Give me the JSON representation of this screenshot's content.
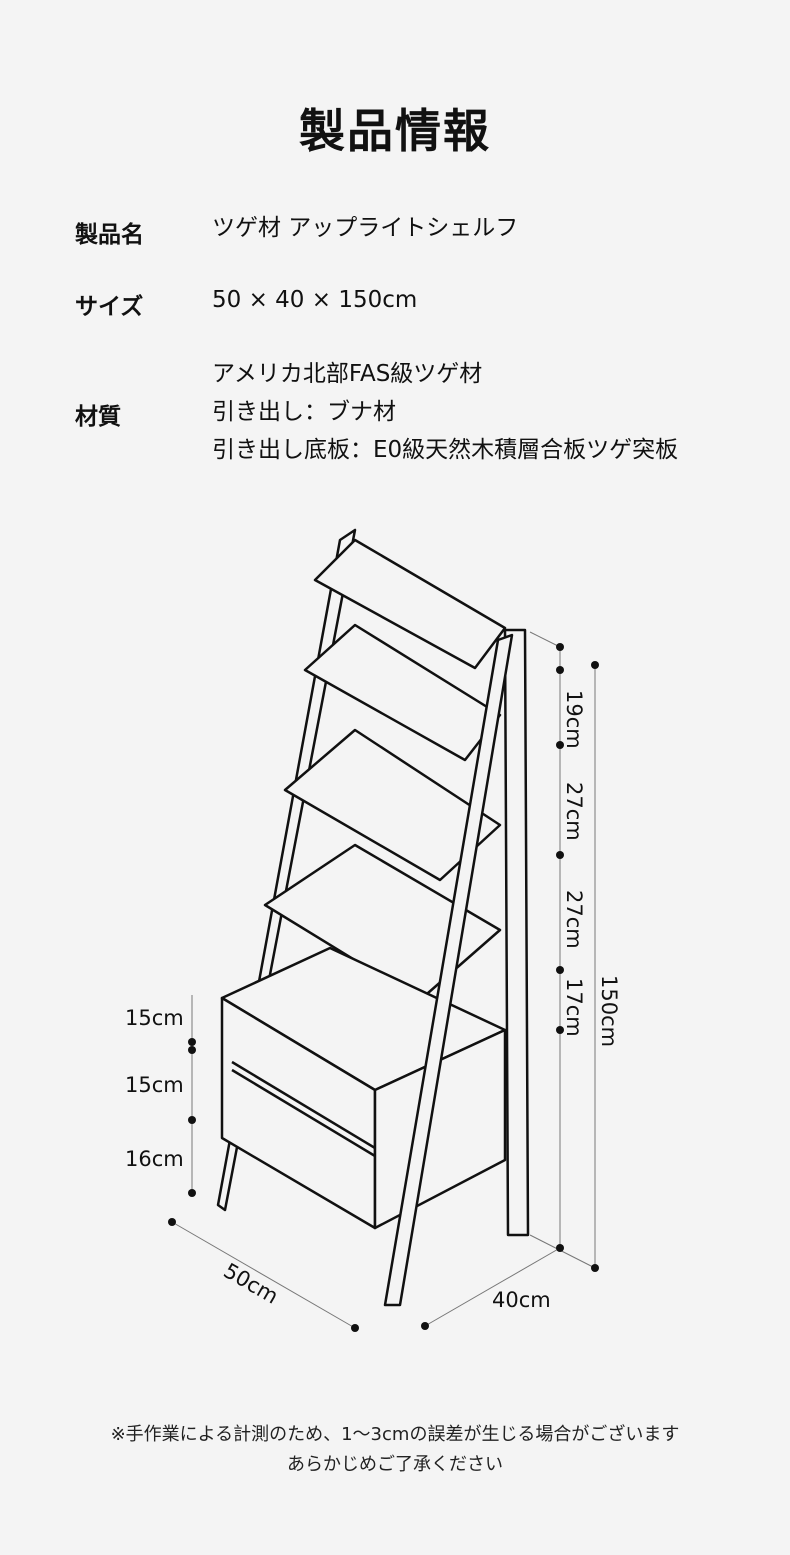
{
  "title": "製品情報",
  "specs": {
    "name_label": "製品名",
    "name_value": "ツゲ材 アップライトシェルフ",
    "size_label": "サイズ",
    "size_value": "50 × 40 × 150cm",
    "material_label": "材質",
    "material_lines": [
      "アメリカ北部FAS級ツゲ材",
      "引き出し：ブナ材",
      "引き出し底板：E0級天然木積層合板ツゲ突板"
    ]
  },
  "dimensions": {
    "shelf_gaps": [
      "19cm",
      "27cm",
      "27cm",
      "17cm"
    ],
    "total_height": "150cm",
    "drawer_heights": [
      "15cm",
      "15cm",
      "16cm"
    ],
    "width": "50cm",
    "depth": "40cm"
  },
  "note_lines": [
    "※手作業による計測のため、1〜3cmの誤差が生じる場合がございます",
    "あらかじめご了承ください"
  ]
}
